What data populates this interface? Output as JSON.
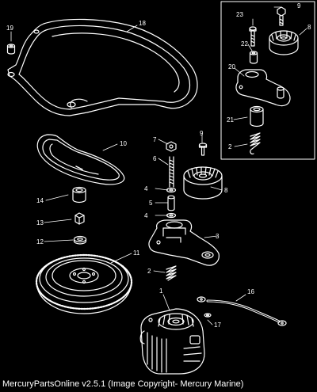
{
  "diagram": {
    "callouts": {
      "c1": "1",
      "c2a": "2",
      "c2b": "2",
      "c3": "3",
      "c4a": "4",
      "c4b": "4",
      "c5": "5",
      "c6": "6",
      "c7": "7",
      "c8a": "8",
      "c8b": "8",
      "c9a": "9",
      "c9b": "9",
      "c10": "10",
      "c11": "11",
      "c12": "12",
      "c13": "13",
      "c14": "14",
      "c16": "16",
      "c17": "17",
      "c18": "18",
      "c19": "19",
      "c20": "20",
      "c21": "21",
      "c22": "22",
      "c23": "23"
    }
  },
  "footer": {
    "text": "MercuryPartsOnline v2.5.1 (Image Copyright- Mercury Marine)"
  }
}
